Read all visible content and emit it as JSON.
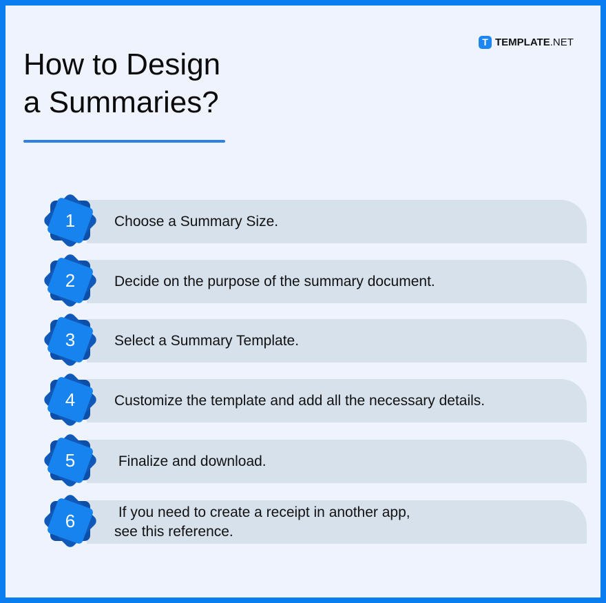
{
  "header": {
    "title_line1": "How to Design",
    "title_line2": "a Summaries?"
  },
  "brand": {
    "logo_letter": "T",
    "name_bold": "TEMPLATE",
    "name_suffix": ".NET"
  },
  "steps": [
    {
      "number": "1",
      "text": "Choose a Summary Size."
    },
    {
      "number": "2",
      "text": "Decide on the purpose of the summary document."
    },
    {
      "number": "3",
      "text": "Select a Summary Template."
    },
    {
      "number": "4",
      "text": "Customize the template and add all the necessary details."
    },
    {
      "number": "5",
      "text": " Finalize and download."
    },
    {
      "number": "6",
      "text": " If you need to create a receipt in another app,\nsee this reference."
    }
  ],
  "colors": {
    "frame": "#0a7ef0",
    "background": "#eef3fe",
    "accent_line": "#2f80e3",
    "bar": "#d7e1ec",
    "badge_front": "#1783ee",
    "badge_back": "#0d4fa8"
  }
}
